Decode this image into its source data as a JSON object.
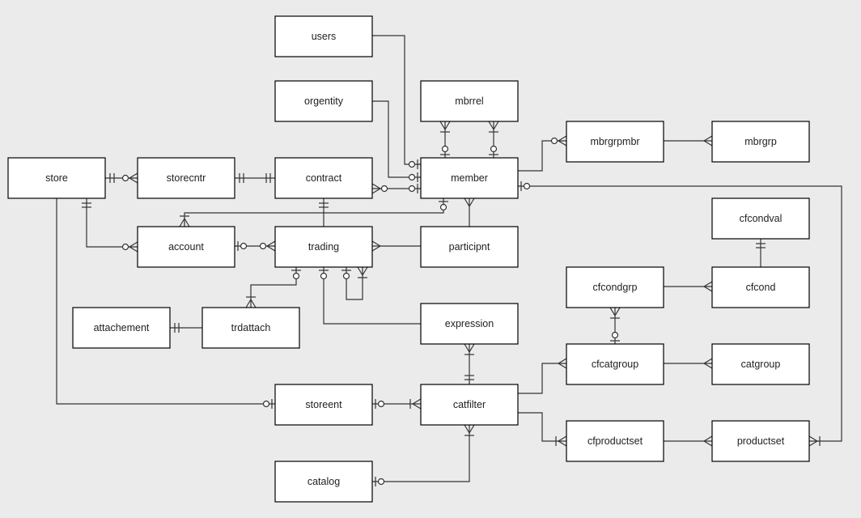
{
  "entities": {
    "users": "users",
    "orgentity": "orgentity",
    "mbrrel": "mbrrel",
    "mbrgrpmbr": "mbrgrpmbr",
    "mbrgrp": "mbrgrp",
    "store": "store",
    "storecntr": "storecntr",
    "contract": "contract",
    "member": "member",
    "account": "account",
    "trading": "trading",
    "participnt": "participnt",
    "cfcondval": "cfcondval",
    "cfcondgrp": "cfcondgrp",
    "cfcond": "cfcond",
    "attachement": "attachement",
    "trdattach": "trdattach",
    "expression": "expression",
    "cfcatgroup": "cfcatgroup",
    "catgroup": "catgroup",
    "storeent": "storeent",
    "catfilter": "catfilter",
    "cfproductset": "cfproductset",
    "productset": "productset",
    "catalog": "catalog"
  },
  "relationships": [
    {
      "from": "users",
      "to": "member",
      "from_end": "none",
      "to_end": "zero-or-one"
    },
    {
      "from": "orgentity",
      "to": "member",
      "from_end": "none",
      "to_end": "zero-or-one"
    },
    {
      "from": "mbrrel",
      "to": "member",
      "from_end": "one-or-many",
      "to_end": "zero-or-one"
    },
    {
      "from": "mbrrel",
      "to": "member",
      "from_end": "one-or-many",
      "to_end": "zero-or-one"
    },
    {
      "from": "member",
      "to": "mbrgrpmbr",
      "from_end": "none",
      "to_end": "zero-or-many"
    },
    {
      "from": "mbrgrpmbr",
      "to": "mbrgrp",
      "from_end": "none",
      "to_end": "many"
    },
    {
      "from": "store",
      "to": "storecntr",
      "from_end": "one-and-only-one",
      "to_end": "zero-or-many"
    },
    {
      "from": "storecntr",
      "to": "contract",
      "from_end": "one-and-only-one",
      "to_end": "one-and-only-one"
    },
    {
      "from": "contract",
      "to": "member",
      "from_end": "zero-or-many",
      "to_end": "zero-or-one"
    },
    {
      "from": "member",
      "to": "productset",
      "from_end": "zero-or-one",
      "to_end": "one-or-many"
    },
    {
      "from": "store",
      "to": "account",
      "from_end": "one-and-only-one",
      "to_end": "zero-or-many"
    },
    {
      "from": "member",
      "to": "account",
      "from_end": "zero-or-one",
      "to_end": "one-or-many"
    },
    {
      "from": "account",
      "to": "trading",
      "from_end": "zero-or-one",
      "to_end": "zero-or-many"
    },
    {
      "from": "contract",
      "to": "trading",
      "from_end": "one-and-only-one",
      "to_end": "none"
    },
    {
      "from": "trading",
      "to": "participnt",
      "from_end": "many",
      "to_end": "none"
    },
    {
      "from": "participnt",
      "to": "member",
      "from_end": "none",
      "to_end": "many"
    },
    {
      "from": "trading",
      "to": "trading",
      "from_end": "zero-or-one",
      "to_end": "one-or-many"
    },
    {
      "from": "trading",
      "to": "trdattach",
      "from_end": "zero-or-one",
      "to_end": "one-or-many"
    },
    {
      "from": "attachement",
      "to": "trdattach",
      "from_end": "one-and-only-one",
      "to_end": "none"
    },
    {
      "from": "trading",
      "to": "expression",
      "from_end": "zero-or-one",
      "to_end": "none"
    },
    {
      "from": "expression",
      "to": "catfilter",
      "from_end": "one-or-many",
      "to_end": "one-and-only-one"
    },
    {
      "from": "cfcondval",
      "to": "cfcond",
      "from_end": "one-and-only-one",
      "to_end": "none"
    },
    {
      "from": "cfcondgrp",
      "to": "cfcond",
      "from_end": "none",
      "to_end": "many"
    },
    {
      "from": "cfcondgrp",
      "to": "cfcatgroup",
      "from_end": "one-or-many",
      "to_end": "zero-or-one"
    },
    {
      "from": "catfilter",
      "to": "cfcatgroup",
      "from_end": "none",
      "to_end": "many"
    },
    {
      "from": "cfcatgroup",
      "to": "catgroup",
      "from_end": "none",
      "to_end": "many"
    },
    {
      "from": "store",
      "to": "storeent",
      "from_end": "none",
      "to_end": "zero-or-one"
    },
    {
      "from": "storeent",
      "to": "catfilter",
      "from_end": "zero-or-one",
      "to_end": "one-or-many"
    },
    {
      "from": "catfilter",
      "to": "cfproductset",
      "from_end": "none",
      "to_end": "one-or-many"
    },
    {
      "from": "cfproductset",
      "to": "productset",
      "from_end": "none",
      "to_end": "many"
    },
    {
      "from": "catalog",
      "to": "catfilter",
      "from_end": "zero-or-one",
      "to_end": "one-or-many"
    }
  ]
}
